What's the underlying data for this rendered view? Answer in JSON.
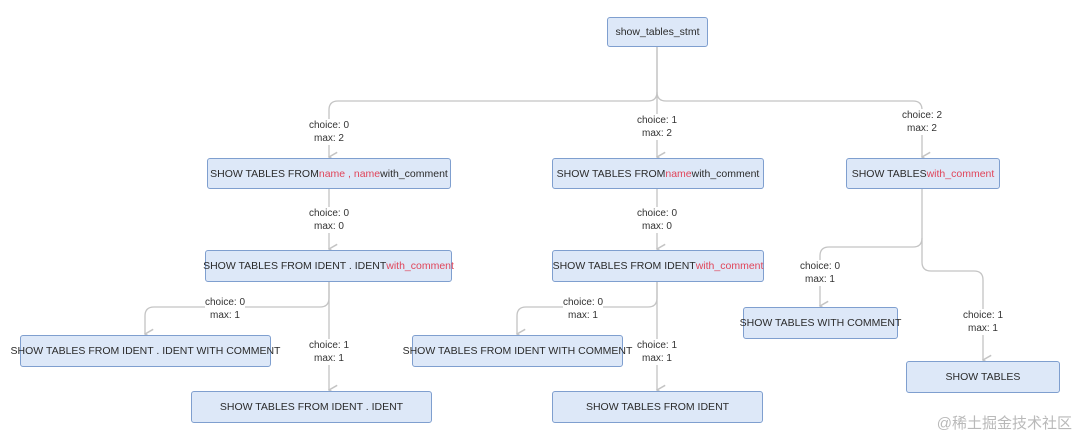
{
  "nodes": {
    "root": {
      "label": "show_tables_stmt"
    },
    "c0": {
      "parts": [
        "SHOW TABLES FROM ",
        "name , name",
        " with_comment"
      ]
    },
    "c1": {
      "parts": [
        "SHOW TABLES FROM ",
        "name",
        " with_comment"
      ]
    },
    "c2": {
      "parts": [
        "SHOW TABLES ",
        "with_comment",
        ""
      ]
    },
    "c0a": {
      "parts": [
        "SHOW TABLES FROM IDENT . IDENT ",
        "with_comment",
        ""
      ]
    },
    "c1a": {
      "parts": [
        "SHOW TABLES FROM IDENT ",
        "with_comment",
        ""
      ]
    },
    "c0a0": {
      "label": "SHOW TABLES FROM IDENT . IDENT WITH COMMENT"
    },
    "c0a1": {
      "label": "SHOW TABLES FROM IDENT . IDENT"
    },
    "c1a0": {
      "label": "SHOW TABLES FROM IDENT WITH COMMENT"
    },
    "c1a1": {
      "label": "SHOW TABLES FROM IDENT"
    },
    "c20": {
      "label": "SHOW TABLES WITH COMMENT"
    },
    "c21": {
      "label": "SHOW TABLES"
    }
  },
  "edges": {
    "e_c0": {
      "choice": "choice: 0",
      "max": "max: 2"
    },
    "e_c1": {
      "choice": "choice: 1",
      "max": "max: 2"
    },
    "e_c2": {
      "choice": "choice: 2",
      "max": "max: 2"
    },
    "e_c0a": {
      "choice": "choice: 0",
      "max": "max: 0"
    },
    "e_c1a": {
      "choice": "choice: 0",
      "max": "max: 0"
    },
    "e_c0a0": {
      "choice": "choice: 0",
      "max": "max: 1"
    },
    "e_c0a1": {
      "choice": "choice: 1",
      "max": "max: 1"
    },
    "e_c1a0": {
      "choice": "choice: 0",
      "max": "max: 1"
    },
    "e_c1a1": {
      "choice": "choice: 1",
      "max": "max: 1"
    },
    "e_c20": {
      "choice": "choice: 0",
      "max": "max: 1"
    },
    "e_c21": {
      "choice": "choice: 1",
      "max": "max: 1"
    }
  },
  "watermark": {
    "text": "@稀土掘金技术社区"
  }
}
